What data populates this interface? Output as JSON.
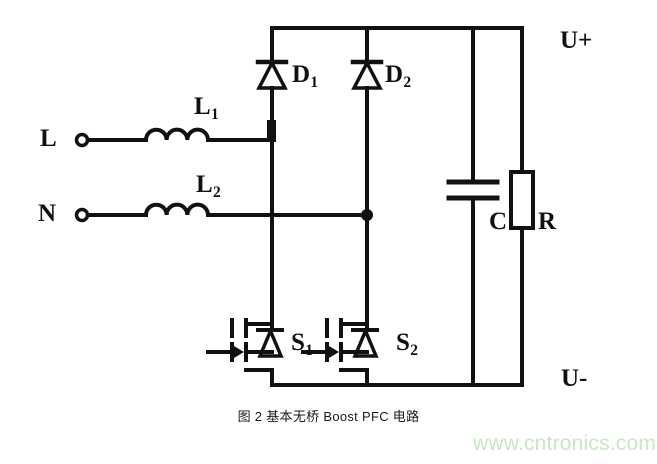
{
  "figure": {
    "caption": "图 2  基本无桥 Boost PFC 电路",
    "watermark": "www.cntronics.com",
    "title_alt": "基本无桥 Boost PFC 电路",
    "colors": {
      "wire": "#111111",
      "background": "#ffffff",
      "watermark": "#c9e7c2",
      "label": "#111111"
    }
  },
  "terminals": {
    "line": {
      "label": "L",
      "node_marker": "open-circle"
    },
    "neutral": {
      "label": "N",
      "node_marker": "open-circle"
    },
    "output_positive": {
      "label": "U+"
    },
    "output_negative": {
      "label": "U-"
    }
  },
  "components": [
    {
      "id": "L1",
      "type": "inductor",
      "label": "L",
      "subscript": "1",
      "coils": 3
    },
    {
      "id": "L2",
      "type": "inductor",
      "label": "L",
      "subscript": "2",
      "coils": 3
    },
    {
      "id": "D1",
      "type": "diode",
      "label": "D",
      "subscript": "1",
      "orientation": "up"
    },
    {
      "id": "D2",
      "type": "diode",
      "label": "D",
      "subscript": "2",
      "orientation": "up"
    },
    {
      "id": "S1",
      "type": "mosfet-n-channel",
      "label": "S",
      "subscript": "1",
      "body_diode": true
    },
    {
      "id": "S2",
      "type": "mosfet-n-channel",
      "label": "S",
      "subscript": "2",
      "body_diode": true
    },
    {
      "id": "C",
      "type": "capacitor",
      "label": "C",
      "plates": 2
    },
    {
      "id": "R",
      "type": "resistor",
      "label": "R",
      "style": "box"
    }
  ],
  "labels": {
    "L": "L",
    "N": "N",
    "L1_base": "L",
    "L1_sub": "1",
    "L2_base": "L",
    "L2_sub": "2",
    "D1_base": "D",
    "D1_sub": "1",
    "D2_base": "D",
    "D2_sub": "2",
    "S1_base": "S",
    "S1_sub": "1",
    "S2_base": "S",
    "S2_sub": "2",
    "C": "C",
    "R": "R",
    "U_plus": "U+",
    "U_minus": "U-"
  }
}
